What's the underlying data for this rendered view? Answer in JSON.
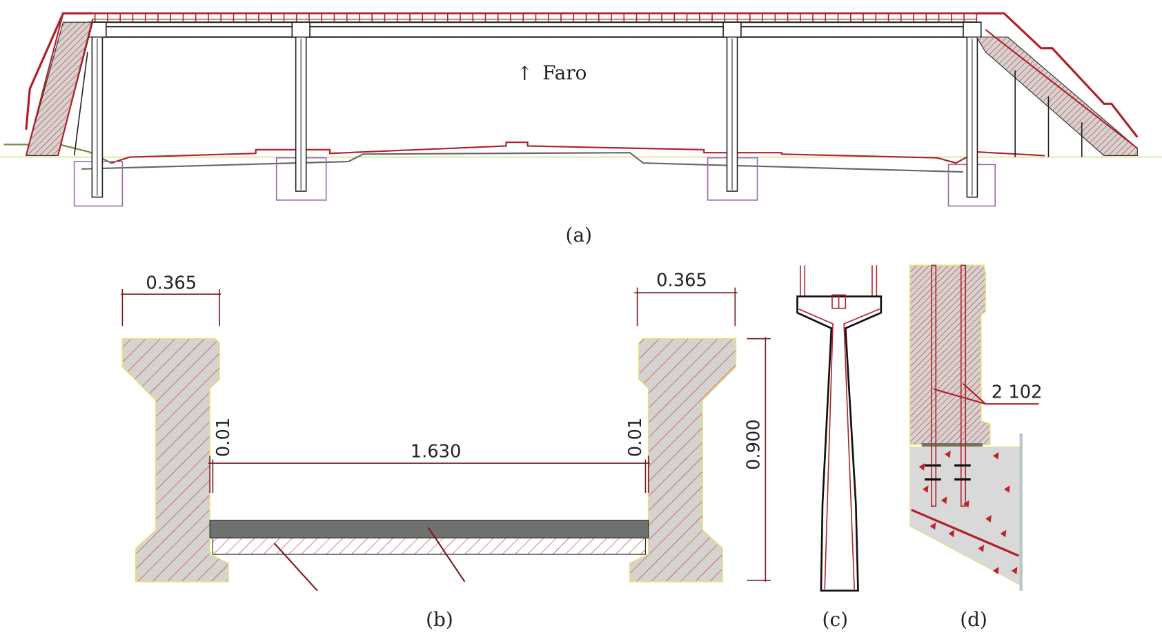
{
  "panels": {
    "a": {
      "caption": "(a)",
      "direction_label": "Faro"
    },
    "b": {
      "caption": "(b)",
      "dims": {
        "left_width": "0.365",
        "right_width": "0.365",
        "left_gap": "0.01",
        "right_gap": "0.01",
        "span": "1.630",
        "height": "0.900"
      }
    },
    "c": {
      "caption": "(c)"
    },
    "d": {
      "caption": "(d)",
      "rebar_label": "2  102"
    }
  },
  "colors": {
    "red": "#b0202a",
    "concrete": "#d9d5d2",
    "found": "#9b6aa8",
    "slab": "#6e716e"
  }
}
